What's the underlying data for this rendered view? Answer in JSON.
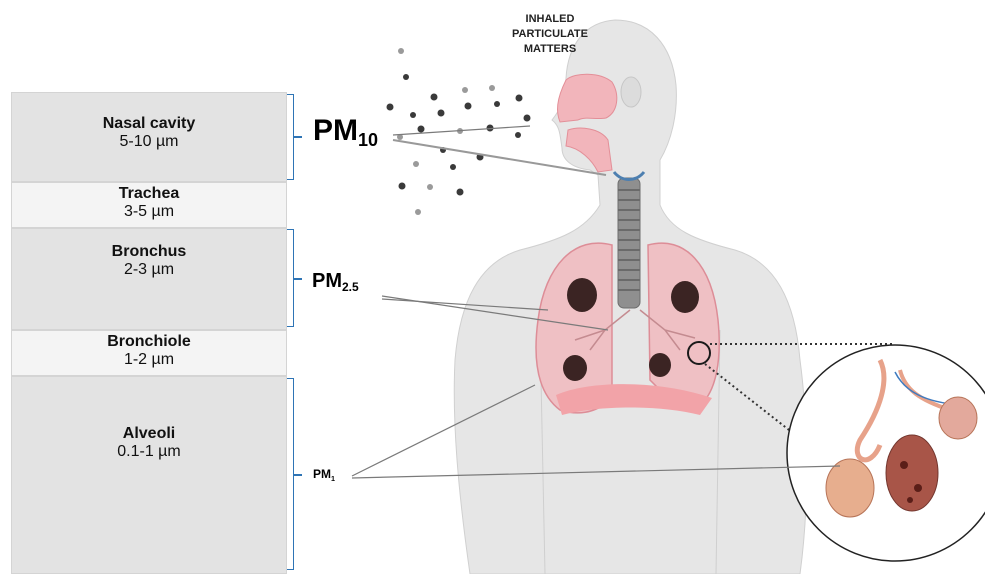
{
  "inhaled_label": "INHALED\nPARTICULATE\nMATTERS",
  "zones": [
    {
      "name": "Nasal cavity",
      "size": "5-10 µm"
    },
    {
      "name": "Trachea",
      "size": "3-5 µm"
    },
    {
      "name": "Bronchus",
      "size": "2-3 µm"
    },
    {
      "name": "Bronchiole",
      "size": "1-2 µm"
    },
    {
      "name": "Alveoli",
      "size": "0.1-1 µm"
    }
  ],
  "pm_labels": {
    "pm10": {
      "base": "PM",
      "sub": "10"
    },
    "pm25": {
      "base": "PM",
      "sub": "2.5"
    },
    "pm1": {
      "base": "PM",
      "sub": "1"
    }
  },
  "colors": {
    "brace": "#2e74b5",
    "zone_dark": "#e3e3e3",
    "zone_light": "#f4f4f4",
    "body": "#e8e8e8",
    "lung": "#e9a7ad",
    "particle": "#3a3a3a"
  }
}
